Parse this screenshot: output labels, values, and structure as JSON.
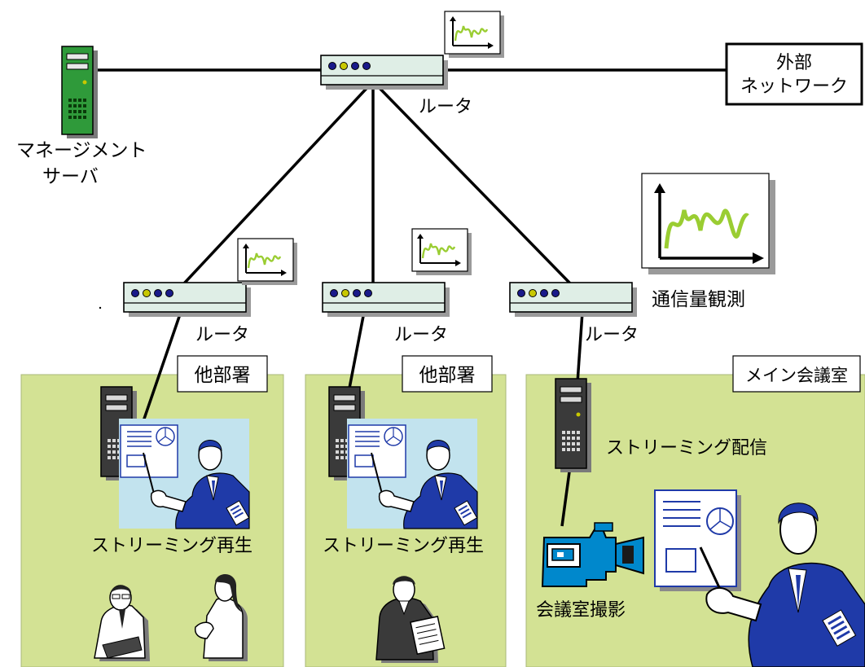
{
  "external_network": {
    "line1": "外部",
    "line2": "ネットワーク"
  },
  "management_server": {
    "line1": "マネージメント",
    "line2": "サーバ"
  },
  "routers": {
    "main_label": "ルータ",
    "left_label": "ルータ",
    "center_label": "ルータ",
    "right_label": "ルータ"
  },
  "traffic_observation": {
    "label": "通信量観測"
  },
  "departments": {
    "left": {
      "name": "他部署",
      "caption": "ストリーミング再生"
    },
    "center": {
      "name": "他部署",
      "caption": "ストリーミング再生"
    },
    "main_room": {
      "name": "メイン会議室",
      "server_caption": "ストリーミング配信",
      "camera_caption": "会議室撮影"
    }
  },
  "colors": {
    "room_fill": "#d3e294",
    "router_fill": "#dfeee6",
    "server_dark": "#3a3a3a",
    "server_green": "#2f9a3a",
    "graph_line": "#9acd32",
    "screen_bg": "#c2e3ee",
    "presenter_suit": "#1f3aa8",
    "camera_blue": "#0088cc"
  },
  "icons": [
    "router-icon",
    "server-icon",
    "traffic-graph-icon",
    "camera-icon",
    "presenter-icon",
    "person-icon"
  ]
}
